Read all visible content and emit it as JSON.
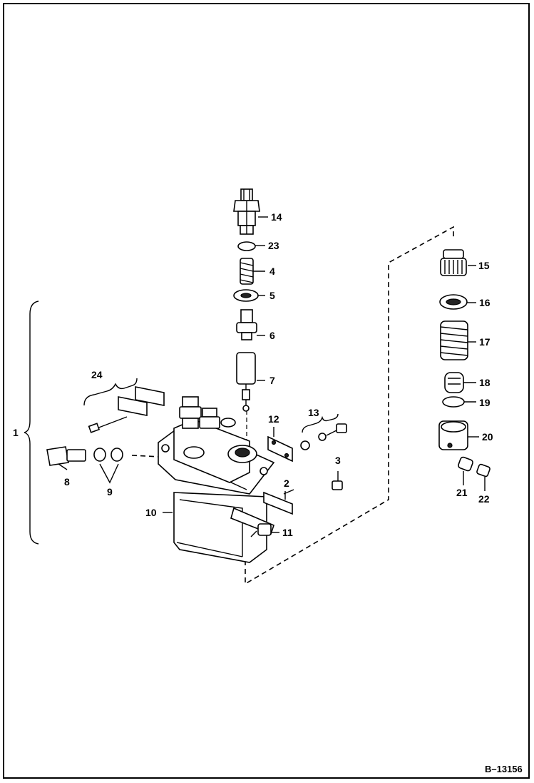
{
  "diagram": {
    "reference": "B–13156",
    "callouts": {
      "c1": "1",
      "c2": "2",
      "c3": "3",
      "c4": "4",
      "c5": "5",
      "c6": "6",
      "c7": "7",
      "c8": "8",
      "c9": "9",
      "c10": "10",
      "c11": "11",
      "c12": "12",
      "c13": "13",
      "c14": "14",
      "c15": "15",
      "c16": "16",
      "c17": "17",
      "c18": "18",
      "c19": "19",
      "c20": "20",
      "c21": "21",
      "c22": "22",
      "c23": "23",
      "c24": "24"
    }
  }
}
